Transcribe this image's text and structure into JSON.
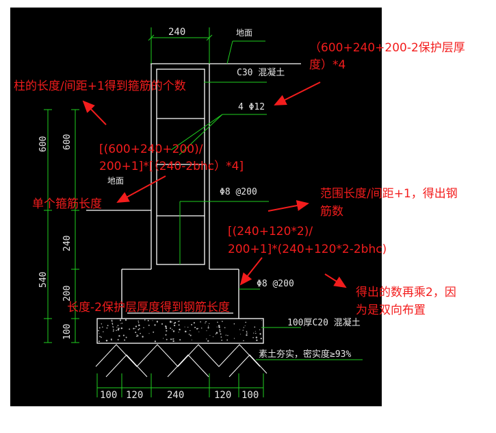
{
  "cad_labels": {
    "dim_top": "240",
    "ground_top": "地面",
    "concrete_c30": "C30 混凝土",
    "rebar_main": "4 Φ12",
    "ground_left": "地面",
    "stirrup": "Φ8 @200",
    "base_rebar": "Φ8 @200",
    "pad": "100厚C20 混凝土",
    "soil": "素土夯实，密实度≥93%",
    "dim_left_outer": "540",
    "dim_left_outer_bottom": "100",
    "dim_v_600_outer": "600",
    "dim_v_600": "600",
    "dim_v_240": "240",
    "dim_v_200": "200",
    "dim_bottom": [
      "100",
      "120",
      "240",
      "120",
      "100"
    ]
  },
  "annotations": {
    "top_right_1": "（600+240+200-2保护层厚",
    "top_right_2": "度）*4",
    "col_count": "柱的长度/间距+1得到箍筋的个数",
    "formula1_line1": "[(600+240+200)/",
    "formula1_line2": "200+1]*[（240-2bhc）*4]",
    "single_stirrup": "单个箍筋长度",
    "range_1": "范围长度/间距+1，得出钢",
    "range_2": "筋数",
    "formula2_line1": "[(240+120*2)/",
    "formula2_line2": "200+1]*(240+120*2-2bhc)",
    "multiply_1": "得出的数再乘2，因",
    "multiply_2": "为是双向布置",
    "length_minus": "长度-2保护层厚度得到钢筋长度"
  },
  "colors": {
    "background": "#000000",
    "structure": "#ffffff",
    "dimension": "#20d020",
    "annotation": "#f31d1d"
  }
}
